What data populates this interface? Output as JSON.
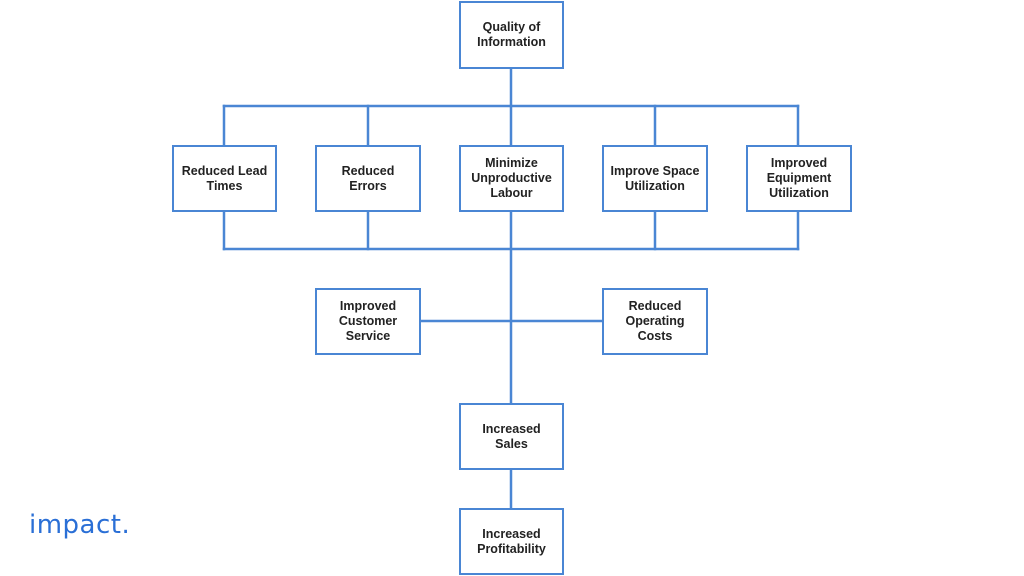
{
  "diagram": {
    "nodes": [
      {
        "id": "quality",
        "lines": [
          "Quality of",
          "Information"
        ]
      },
      {
        "id": "lead",
        "lines": [
          "Reduced Lead",
          "Times"
        ]
      },
      {
        "id": "errors",
        "lines": [
          "Reduced Errors"
        ]
      },
      {
        "id": "labour",
        "lines": [
          "Minimize",
          "Unproductive",
          "Labour"
        ]
      },
      {
        "id": "space",
        "lines": [
          "Improve Space",
          "Utilization"
        ]
      },
      {
        "id": "equipment",
        "lines": [
          "Improved",
          "Equipment",
          "Utilization"
        ]
      },
      {
        "id": "customer",
        "lines": [
          "Improved",
          "Customer",
          "Service"
        ]
      },
      {
        "id": "costs",
        "lines": [
          "Reduced",
          "Operating Costs"
        ]
      },
      {
        "id": "sales",
        "lines": [
          "Increased Sales"
        ]
      },
      {
        "id": "profit",
        "lines": [
          "Increased",
          "Profitability"
        ]
      }
    ],
    "edges": [
      [
        "quality",
        "lead"
      ],
      [
        "quality",
        "errors"
      ],
      [
        "quality",
        "labour"
      ],
      [
        "quality",
        "space"
      ],
      [
        "quality",
        "equipment"
      ],
      [
        "lead",
        "sales"
      ],
      [
        "errors",
        "sales"
      ],
      [
        "labour",
        "sales"
      ],
      [
        "space",
        "sales"
      ],
      [
        "equipment",
        "sales"
      ],
      [
        "sales",
        "customer"
      ],
      [
        "sales",
        "costs"
      ],
      [
        "sales",
        "profit"
      ]
    ]
  },
  "colors": {
    "line": "#4a86d4",
    "border": "#4a86d4",
    "text": "#222222",
    "brand": "#2a6fd6"
  },
  "brand": {
    "logo_text": "impact."
  }
}
